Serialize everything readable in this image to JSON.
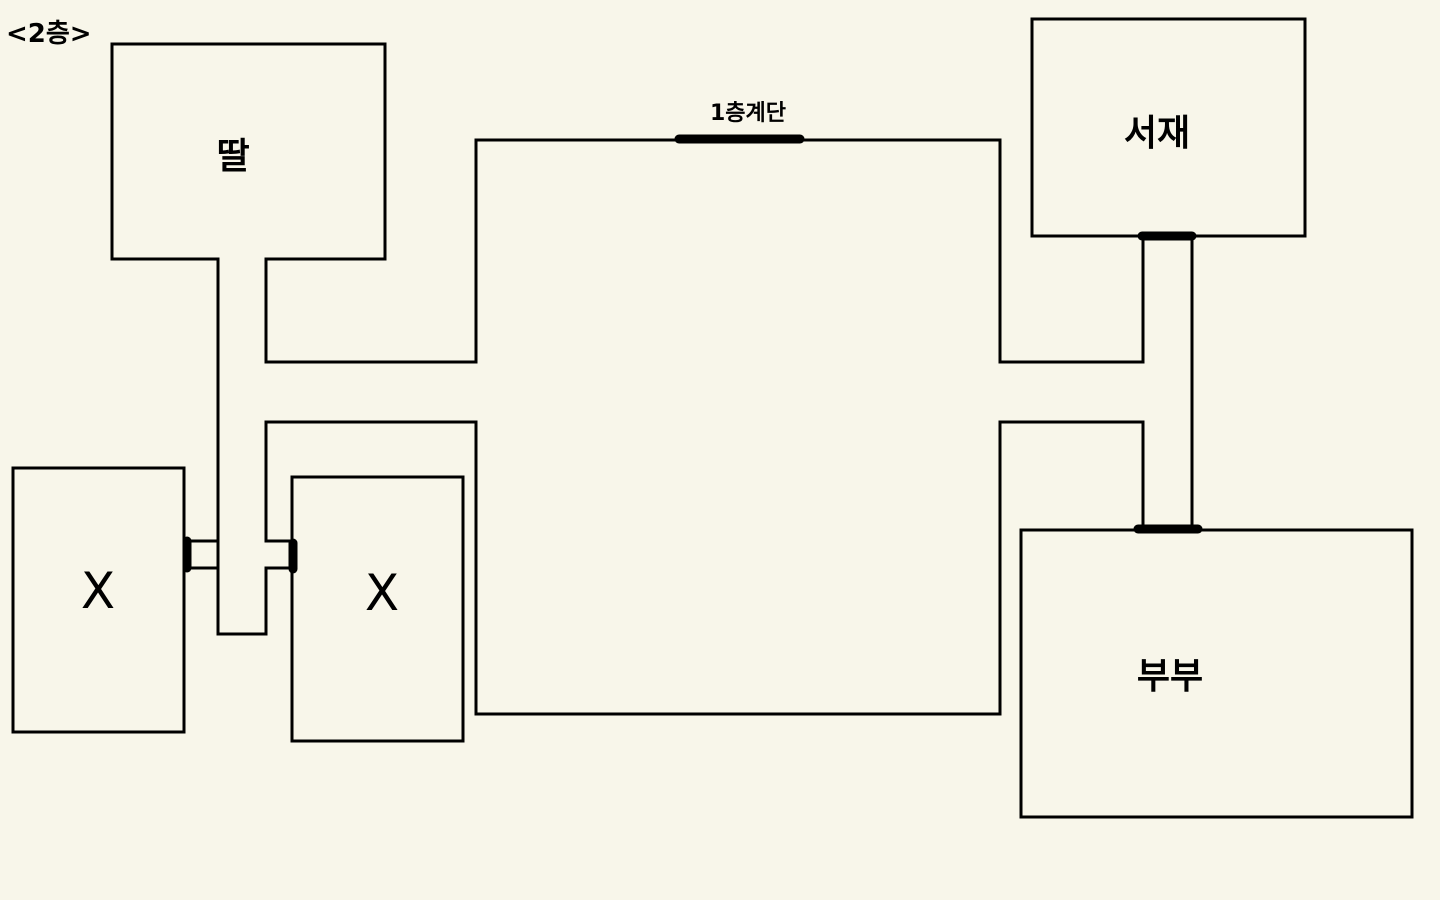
{
  "floor_label": "<2층>",
  "stair_label": "1층계단",
  "rooms": {
    "daughter": "딸",
    "study": "서재",
    "couple": "부부",
    "left_x": "X",
    "middle_x": "X"
  },
  "colors": {
    "background": "#f8f6ea",
    "wall": "#000000",
    "door": "#cc0000",
    "stairs": "#1a7be8"
  }
}
